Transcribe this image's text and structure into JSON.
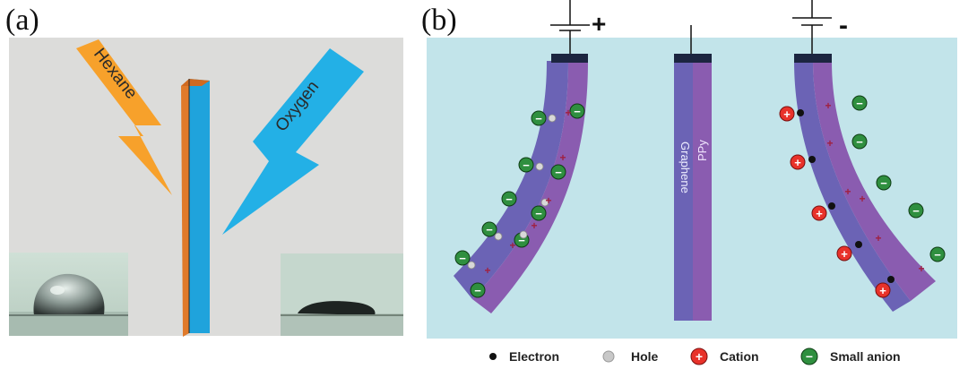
{
  "panel_a": {
    "label": "(a)",
    "left_bolt_text": "Hexane",
    "right_bolt_text": "Oxygen",
    "colors": {
      "background": "#dcdcda",
      "hexane": "#f7a12b",
      "oxygen": "#23b0e6",
      "film_front": "#1fa3dc",
      "film_side": "#e07a2a"
    }
  },
  "panel_b": {
    "label": "(b)",
    "left_electrode_sign": "+",
    "right_electrode_sign": "-",
    "center_text_graphene": "Graphene",
    "center_text_ppy": "PPy",
    "colors": {
      "electrolyte": "#c2e4ea",
      "graphene": "#6b63b5",
      "ppy": "#8a5cb0",
      "cap": "#1c2540"
    }
  },
  "legend": [
    {
      "label": "Electron",
      "icon": "black-dot-icon"
    },
    {
      "label": "Hole",
      "icon": "gray-dot-icon"
    },
    {
      "label": "Cation",
      "icon": "red-plus-circle-icon",
      "symbol": "+"
    },
    {
      "label": "Small anion",
      "icon": "green-minus-circle-icon",
      "symbol": "−"
    }
  ],
  "ppy_charge_symbol": "+"
}
